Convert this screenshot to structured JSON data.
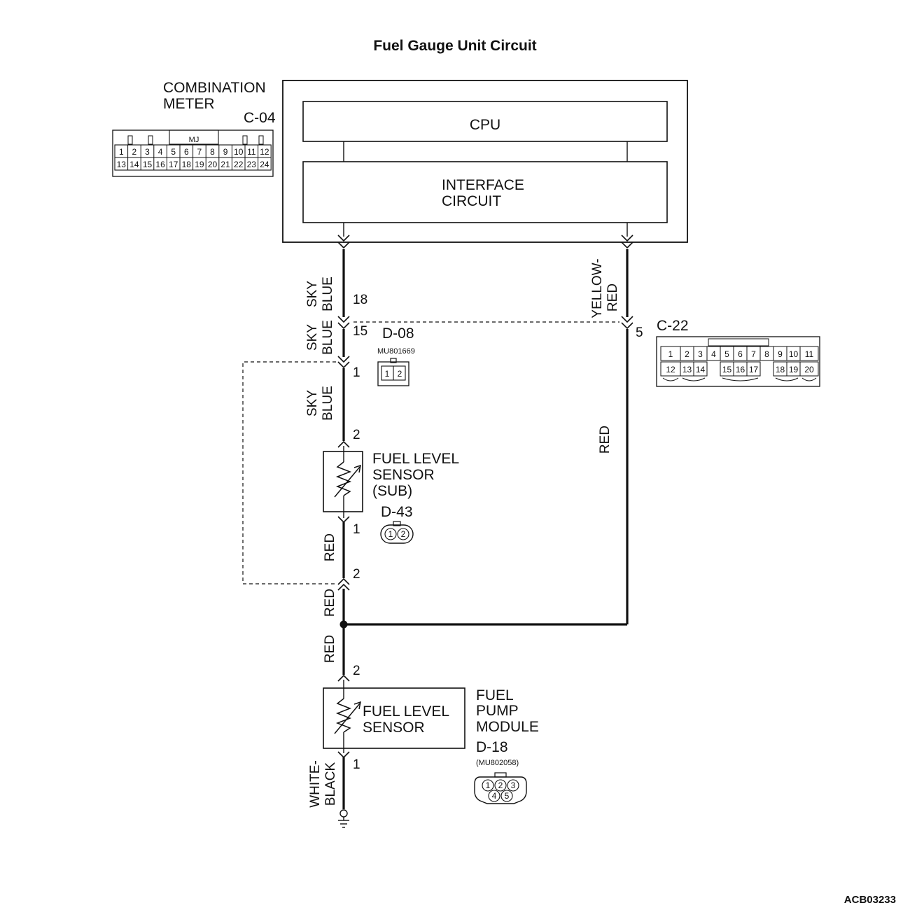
{
  "title": "Fuel Gauge Unit Circuit",
  "reference_code": "ACB03233",
  "combination_meter": {
    "label_line1": "COMBINATION",
    "label_line2": "METER",
    "connector": "C-04",
    "connector_tag": "MJ",
    "pins_row1": [
      "1",
      "2",
      "3",
      "4",
      "5",
      "6",
      "7",
      "8",
      "9",
      "10",
      "11",
      "12"
    ],
    "pins_row2": [
      "13",
      "14",
      "15",
      "16",
      "17",
      "18",
      "19",
      "20",
      "21",
      "22",
      "23",
      "24"
    ],
    "cpu": "CPU",
    "interface_line1": "INTERFACE",
    "interface_line2": "CIRCUIT"
  },
  "left_wire": {
    "seg1_color_line1": "SKY",
    "seg1_color_line2": "BLUE",
    "pin_meter": "18",
    "seg2_color_line1": "SKY",
    "seg2_color_line2": "BLUE",
    "pin_c22": "15",
    "pin_d08": "1",
    "seg3_color_line1": "SKY",
    "seg3_color_line2": "BLUE",
    "pin_sensor_sub_top": "2",
    "pin_sensor_sub_bottom": "1",
    "seg4_color": "RED",
    "pin_d08_return": "2",
    "seg5_color": "RED",
    "seg6_color": "RED",
    "pin_pump_top": "2",
    "pin_pump_bottom": "1",
    "ground_color_line1": "WHITE-",
    "ground_color_line2": "BLACK"
  },
  "right_wire": {
    "color_line1": "YELLOW-",
    "color_line2": "RED",
    "pin_c22": "5",
    "lower_color": "RED"
  },
  "connector_d08": {
    "name": "D-08",
    "part": "MU801669",
    "pins": [
      "1",
      "2"
    ]
  },
  "connector_c22": {
    "name": "C-22",
    "pins_row1": [
      "1",
      "2",
      "3",
      "4",
      "5",
      "6",
      "7",
      "8",
      "9",
      "10",
      "11"
    ],
    "pins_row2": [
      "12",
      "13",
      "14",
      "15",
      "16",
      "17",
      "18",
      "19",
      "20"
    ]
  },
  "fuel_level_sensor_sub": {
    "line1": "FUEL LEVEL",
    "line2": "SENSOR",
    "line3": "(SUB)",
    "connector": "D-43",
    "pins": [
      "1",
      "2"
    ]
  },
  "fuel_level_sensor": {
    "line1": "FUEL LEVEL",
    "line2": "SENSOR"
  },
  "fuel_pump_module": {
    "line1": "FUEL",
    "line2": "PUMP",
    "line3": "MODULE",
    "connector": "D-18",
    "part": "(MU802058)",
    "pins_top": [
      "1",
      "2",
      "3"
    ],
    "pins_bottom": [
      "4",
      "5"
    ]
  }
}
